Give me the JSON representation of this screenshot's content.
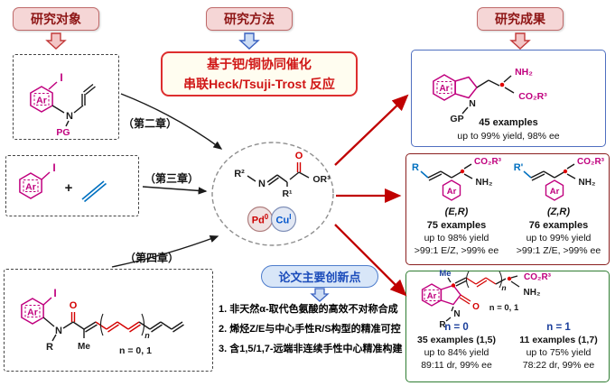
{
  "headers": {
    "object": "研究对象",
    "method": "研究方法",
    "achievement": "研究成果"
  },
  "method_box": {
    "line1": "基于钯/铜协同催化",
    "line2": "串联Heck/Tsuji-Trost 反应"
  },
  "chapters": {
    "two": "（第二章）",
    "three": "（第三章）",
    "four": "（第四章）"
  },
  "catalysts": {
    "pd": "Pd",
    "pd_ox": "0",
    "cu": "Cu",
    "cu_ox": "I"
  },
  "atoms": {
    "ar": "Ar",
    "iodine": "I",
    "nitrogen": "N",
    "pg": "PG",
    "gp": "GP",
    "r": "R",
    "r_prime": "R'",
    "r1": "R¹",
    "r2": "R²",
    "or3": "OR³",
    "o": "O",
    "me": "Me",
    "plus": "+",
    "nh2": "NH₂",
    "co2r3": "CO₂R³",
    "n_sub": "n",
    "n01": "n = 0, 1"
  },
  "results": {
    "box1": {
      "examples": "45 examples",
      "detail": "up to 99% yield, 98% ee"
    },
    "box2": {
      "left": {
        "config": "(E,R)",
        "examples": "75 examples",
        "yield": "up to 98% yield",
        "selectivity": ">99:1 E/Z, >99% ee"
      },
      "right": {
        "config": "(Z,R)",
        "examples": "76 examples",
        "yield": "up to 99% yield",
        "selectivity": ">99:1 Z/E, >99% ee"
      }
    },
    "box3": {
      "left": {
        "n": "n = 0",
        "examples": "35 examples (1,5)",
        "yield": "up to 84% yield",
        "selectivity": "89:11 dr, 99% ee"
      },
      "right": {
        "n": "n = 1",
        "examples": "11 examples (1,7)",
        "yield": "up to 75% yield",
        "selectivity": "78:22 dr, 99% ee"
      }
    }
  },
  "innovations": {
    "title": "论文主要创新点",
    "items": [
      "1. 非天然α-取代色氨酸的高效不对称合成",
      "2. 烯烃Z/E与中心手性R/S构型的精准可控",
      "3. 含1,5/1,7-远端非连续手性中心精准构建"
    ]
  },
  "colors": {
    "header_badge_text": "#8e1515",
    "method_text": "#d01616",
    "innovation_text": "#1c4dbb",
    "structure_magenta": "#c0007e",
    "structure_blue": "#0070c0",
    "arrow_red": "#c00000",
    "box1_border": "#4f6fc0",
    "box2_border": "#8a1f1f",
    "box3_border": "#2f7d32"
  }
}
